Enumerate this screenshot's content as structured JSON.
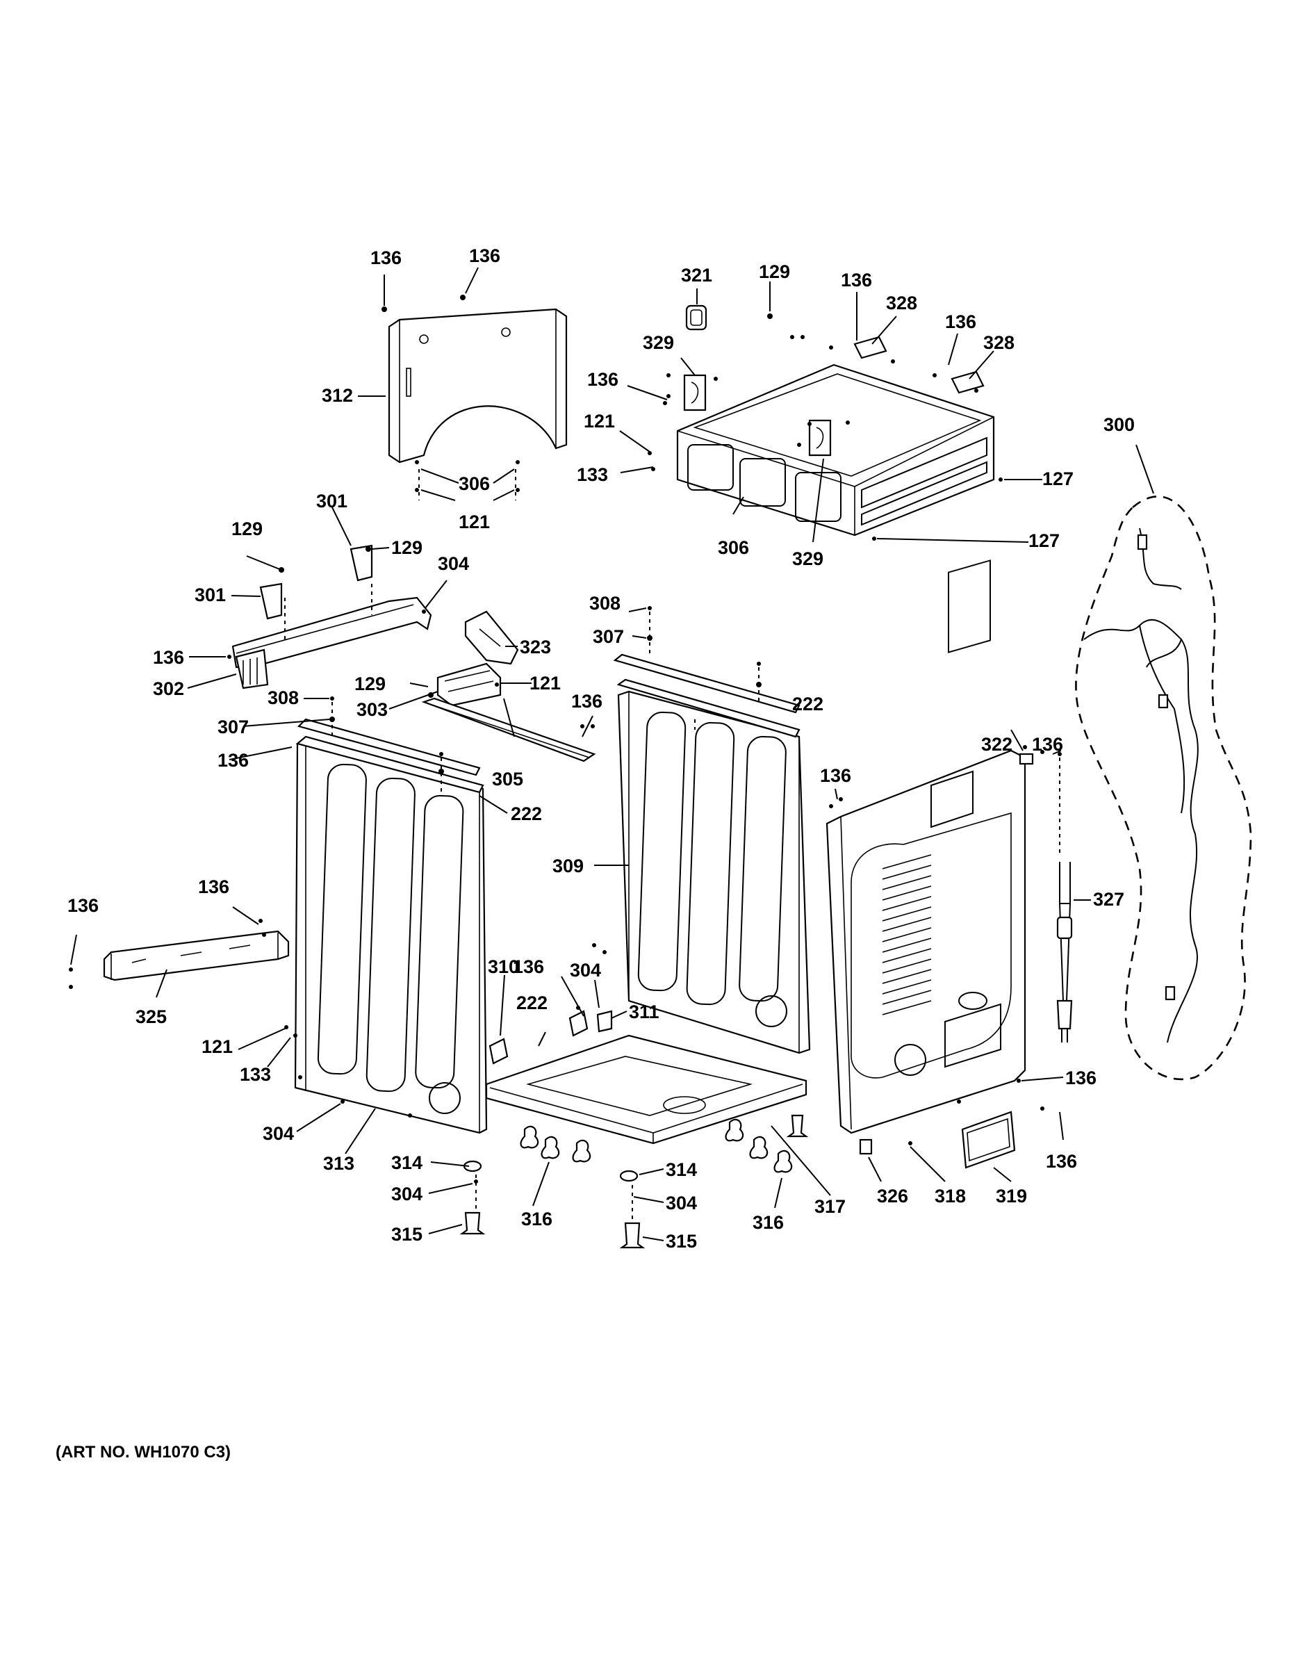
{
  "caption": "(ART NO. WH1070 C3)",
  "labels": {
    "l136a": "136",
    "l136b": "136",
    "l312": "312",
    "l306a": "306",
    "l121a": "121",
    "l321": "321",
    "l129a": "129",
    "l136c": "136",
    "l328a": "328",
    "l136d": "136",
    "l328b": "328",
    "l329a": "329",
    "l136e": "136",
    "l121b": "121",
    "l133a": "133",
    "l127a": "127",
    "l127b": "127",
    "l306b": "306",
    "l329b": "329",
    "l300": "300",
    "l129b": "129",
    "l301a": "301",
    "l129c": "129",
    "l301b": "301",
    "l304a": "304",
    "l136f": "136",
    "l302": "302",
    "l308a": "308",
    "l307a": "307",
    "l136g": "136",
    "l129d": "129",
    "l303": "303",
    "l323": "323",
    "l121c": "121",
    "l136h": "136",
    "l305": "305",
    "l222a": "222",
    "l308b": "308",
    "l307b": "307",
    "l222b": "222",
    "l309": "309",
    "l136i": "136",
    "l322": "322",
    "l136j": "136",
    "l327": "327",
    "l136k": "136",
    "l136l": "136",
    "l325": "325",
    "l121d": "121",
    "l133b": "133",
    "l304b": "304",
    "l313": "313",
    "l310": "310",
    "l136m": "136",
    "l304c": "304",
    "l222c": "222",
    "l311": "311",
    "l314a": "314",
    "l304d": "304",
    "l315a": "315",
    "l316a": "316",
    "l314b": "314",
    "l304e": "304",
    "l315b": "315",
    "l316b": "316",
    "l317": "317",
    "l326": "326",
    "l318": "318",
    "l319": "319",
    "l136n": "136",
    "l136o": "136"
  }
}
